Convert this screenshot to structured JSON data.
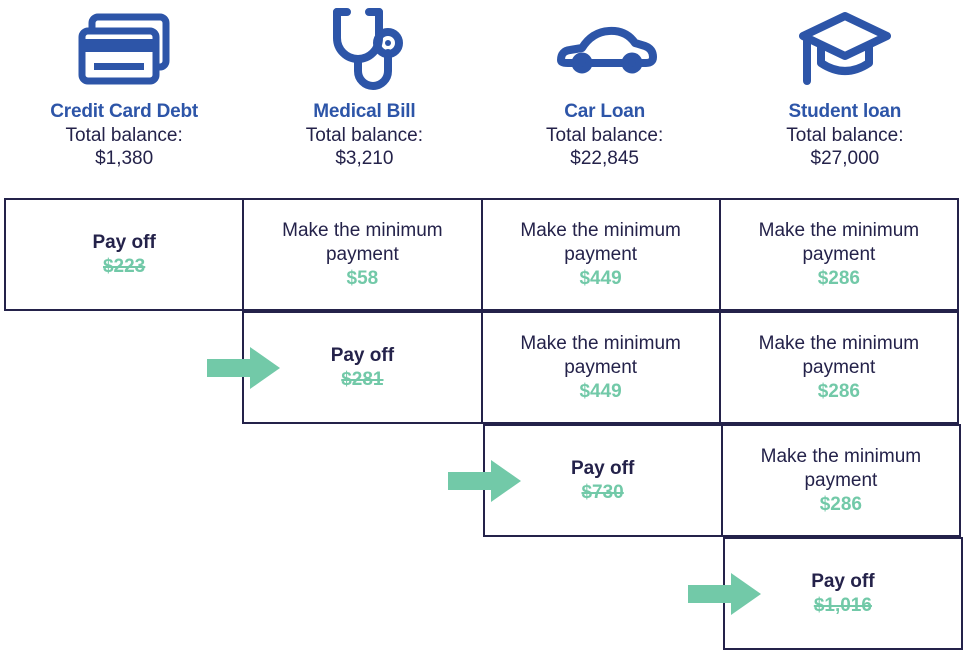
{
  "debts": [
    {
      "name": "Credit Card Debt",
      "balance_label": "Total balance:",
      "balance": "$1,380",
      "icon": "credit-cards-icon"
    },
    {
      "name": "Medical Bill",
      "balance_label": "Total balance:",
      "balance": "$3,210",
      "icon": "stethoscope-icon"
    },
    {
      "name": "Car Loan",
      "balance_label": "Total balance:",
      "balance": "$22,845",
      "icon": "car-icon"
    },
    {
      "name": "Student loan",
      "balance_label": "Total balance:",
      "balance": "$27,000",
      "icon": "graduation-cap-icon"
    }
  ],
  "actions": {
    "pay_off": "Pay off",
    "minimum": "Make the minimum payment"
  },
  "rows": [
    {
      "arrow_col": null,
      "cells": [
        {
          "visible": true,
          "action": "Pay off",
          "type": "payoff",
          "amount": "$223",
          "struck": true
        },
        {
          "visible": true,
          "action": "Make the minimum payment",
          "type": "minimum",
          "amount": "$58",
          "struck": false
        },
        {
          "visible": true,
          "action": "Make the minimum payment",
          "type": "minimum",
          "amount": "$449",
          "struck": false
        },
        {
          "visible": true,
          "action": "Make the minimum payment",
          "type": "minimum",
          "amount": "$286",
          "struck": false
        }
      ]
    },
    {
      "arrow_col": 1,
      "cells": [
        {
          "visible": false,
          "action": "",
          "type": "",
          "amount": "",
          "struck": false
        },
        {
          "visible": true,
          "action": "Pay off",
          "type": "payoff",
          "amount": "$281",
          "struck": true
        },
        {
          "visible": true,
          "action": "Make the minimum payment",
          "type": "minimum",
          "amount": "$449",
          "struck": false
        },
        {
          "visible": true,
          "action": "Make the minimum payment",
          "type": "minimum",
          "amount": "$286",
          "struck": false
        }
      ]
    },
    {
      "arrow_col": 2,
      "cells": [
        {
          "visible": false,
          "action": "",
          "type": "",
          "amount": "",
          "struck": false
        },
        {
          "visible": false,
          "action": "",
          "type": "",
          "amount": "",
          "struck": false
        },
        {
          "visible": true,
          "action": "Pay off",
          "type": "payoff",
          "amount": "$730",
          "struck": true
        },
        {
          "visible": true,
          "action": "Make the minimum payment",
          "type": "minimum",
          "amount": "$286",
          "struck": false
        }
      ]
    },
    {
      "arrow_col": 3,
      "cells": [
        {
          "visible": false,
          "action": "",
          "type": "",
          "amount": "",
          "struck": false
        },
        {
          "visible": false,
          "action": "",
          "type": "",
          "amount": "",
          "struck": false
        },
        {
          "visible": false,
          "action": "",
          "type": "",
          "amount": "",
          "struck": false
        },
        {
          "visible": true,
          "action": "Pay off",
          "type": "payoff",
          "amount": "$1,016",
          "struck": true
        }
      ]
    }
  ],
  "colors": {
    "heading_blue": "#2d55a8",
    "icon_blue": "#2d55a8",
    "text_navy": "#24224a",
    "amount_green": "#72c9a8",
    "arrow_green": "#72c9a8",
    "border_navy": "#24224a",
    "background": "#ffffff"
  }
}
